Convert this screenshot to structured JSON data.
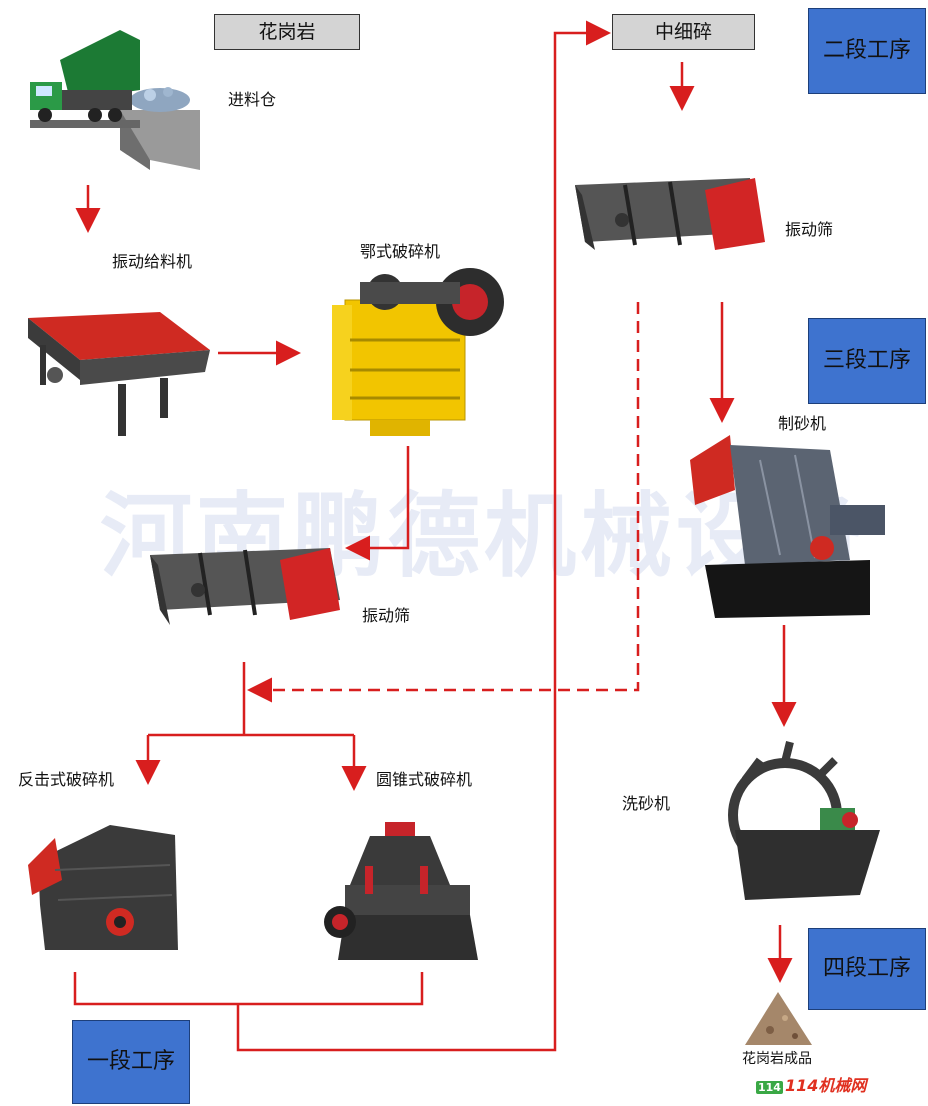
{
  "titles": {
    "granite": "花岗岩",
    "medium_fine": "中细碎"
  },
  "stages": {
    "stage1": "一段工序",
    "stage2": "二段工序",
    "stage3": "三段工序",
    "stage4": "四段工序"
  },
  "labels": {
    "feed_bin": "进料仓",
    "vibrating_feeder": "振动给料机",
    "jaw_crusher": "鄂式破碎机",
    "vibrating_screen_1": "振动筛",
    "impact_crusher": "反击式破碎机",
    "cone_crusher": "圆锥式破碎机",
    "vibrating_screen_2": "振动筛",
    "sand_maker": "制砂机",
    "sand_washer": "洗砂机",
    "finished_product": "花岗岩成品"
  },
  "watermark": "河南鹏德机械设备",
  "logo": {
    "mark": "114",
    "text": "114机械网"
  },
  "colors": {
    "arrow": "#d81e1e",
    "stage_box": "#3e73cf",
    "title_box": "#d4d4d4"
  }
}
